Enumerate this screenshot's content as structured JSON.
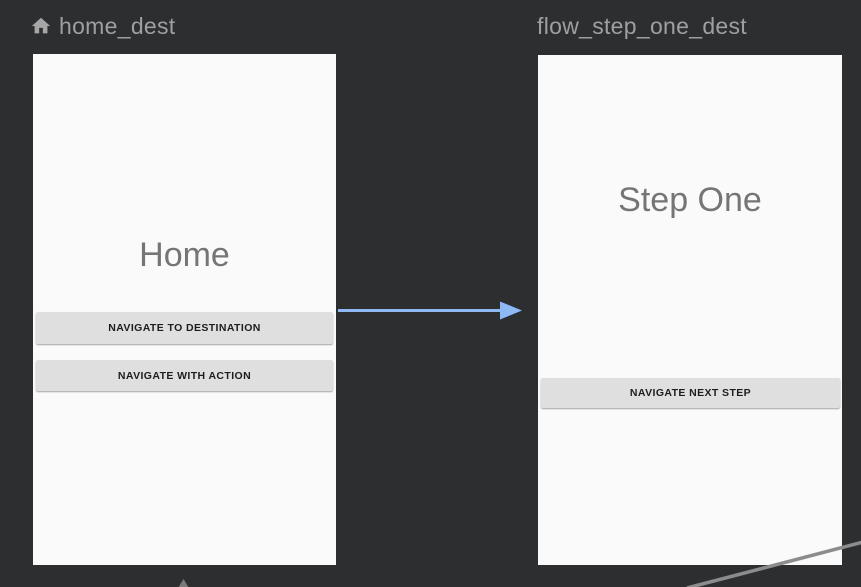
{
  "colors": {
    "canvas-bg": "#2d2e30",
    "card-bg": "#fafafa",
    "header-text": "#9da0a3",
    "screen-text": "#757575",
    "button-bg": "#dfdfdf",
    "button-text": "#1d1d1d",
    "action-arrow": "#8fb9f5",
    "edge-line": "#8c8c8c",
    "incoming-arrowhead": "#7a7a7a"
  },
  "destinations": [
    {
      "title": "home_dest",
      "icon": "home-icon",
      "screen_title": "Home",
      "buttons": [
        {
          "label": "NAVIGATE TO DESTINATION"
        },
        {
          "label": "NAVIGATE WITH ACTION"
        }
      ]
    },
    {
      "title": "flow_step_one_dest",
      "screen_title": "Step One",
      "buttons": [
        {
          "label": "NAVIGATE NEXT STEP"
        }
      ]
    }
  ],
  "edges": [
    {
      "name": "action-arrow-home-to-flow-step-one",
      "shape": "horizontal-arrow",
      "color": "#8fb9f5"
    },
    {
      "name": "edge-line-bottom-right",
      "shape": "diagonal-line",
      "color": "#8c8c8c"
    },
    {
      "name": "incoming-arrowhead-bottom",
      "shape": "up-triangle",
      "color": "#7a7a7a"
    }
  ]
}
